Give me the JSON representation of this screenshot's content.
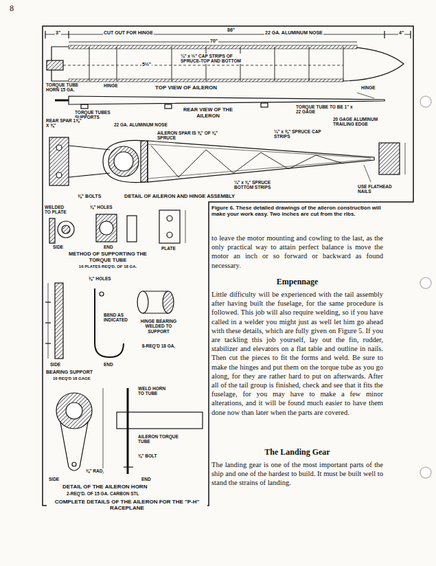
{
  "diagram": {
    "title": "COMPLETE DETAILS OF THE AILERON FOR THE \"P-H\" RACEPLANE",
    "caption": "Figure 6. These detailed drawings of the aileron construction will make your work easy. Two inches are cut from the ribs.",
    "labels": [
      "8",
      "3\"",
      "CUT OUT FOR HINGE",
      "86\"",
      "22 GA. ALUMINUM NOSE",
      "4\"",
      "70\"",
      "TORQUE TUBE HORN 15 GA.",
      "5½\"",
      "¼\" x ½\" CAP STRIPS OF SPRUCE-TOP AND BOTTOM",
      "HINGE",
      "TOP VIEW OF AILERON",
      "HINGE",
      "TORQUE TUBES SUPPORTS",
      "REAR VIEW OF THE AILERON",
      "TORQUE TUBE TO BE 1\" x 22 GAGE",
      "REAR SPAR 1⅝\" X ⅝\"",
      "22 GA. ALUMINUM NOSE",
      "AILERON SPAR IS ⅝\" OF ⅜\" SPRUCE",
      "¼\" x ⅝\" SPRUCE CAP STRIPS",
      "20 GAGE ALUMINUM TRAILING EDGE",
      "¼\" x ⅜\" SPRUCE BOTTOM STRIPS",
      "USE FLATHEAD NAILS",
      "⅜\" BOLTS",
      "DETAIL OF AILERON AND HINGE ASSEMBLY",
      "WELDED TO PLATE",
      "⅜\" HOLES",
      "SIDE",
      "END",
      "PLATE",
      "METHOD OF SUPPORTING THE TORQUE TUBE",
      "16 PLATES REQ'D. OF 18 GA.",
      "⅜\" HOLES",
      "BEND AS INDICATED",
      "HINGE BEARING WELDED TO SUPPORT",
      "8-REQ'D 18 GA.",
      "SIDE",
      "END",
      "BEARING SUPPORT",
      "16 REQ'D 18 GAGE",
      "WELD HORN TO TUBE",
      "AILERON TORQUE TUBE",
      "⅜\" BOLT",
      "⅜\" RAD.",
      "SIDE",
      "END",
      "DETAIL OF THE AILERON HORN",
      "2-REQ'D. OF 15 GA. CARBON STL",
      "to leave the motor mounting and cowling to the last, as the only practical way to attain perfect balance is move the motor an inch or so forward or backward as found necessary.",
      "Empennage",
      "Little difficulty will be experienced with the tail assembly after having built the fuselage, for the same procedure is followed. This job will also require welding, so if you have called in a welder you might just as well let him go ahead with these details, which are fully given on Figure 5. If you are tackling this job yourself, lay out the fin, rudder, stabilizer and elevators on a flat table and outline in nails. Then cut the pieces to fit the forms and weld. Be sure to make the hinges and put them on the torque tube as you go along, for they are rather hard to put on afterwards. After all of the tail group is finished, check and see that it fits the fuselage, for you may have to make a few minor alterations, and it will be found much easier to have them done now than later when the parts are covered.",
      "The Landing Gear",
      "The landing gear is one of the most important parts of the ship and one of the hardest to build. It must be built well to stand the strains of landing."
    ]
  }
}
